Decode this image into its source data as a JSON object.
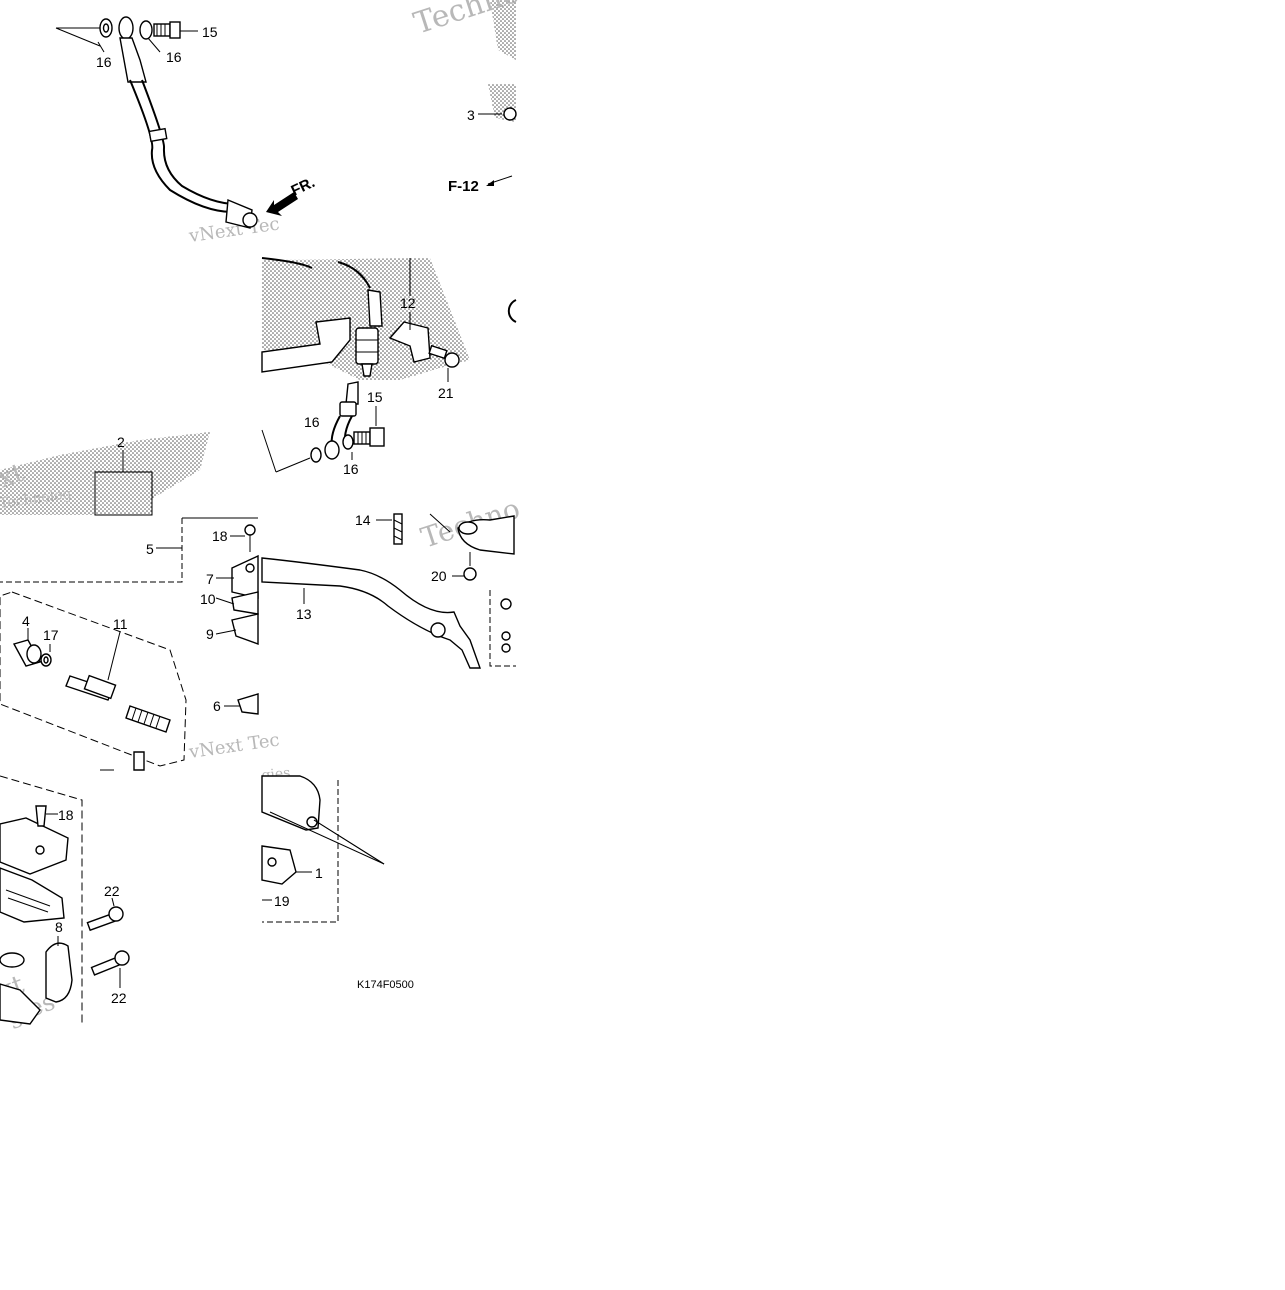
{
  "watermark": {
    "text_a": "Techno",
    "text_b": "vNext Tec",
    "text_c": "Technolog",
    "text_d": "xt",
    "text_e": "gies"
  },
  "direction_marker": "FR.",
  "reference_page": "F-12",
  "figure_code": "K174F0500",
  "callouts": {
    "c1": "1",
    "c2": "2",
    "c3": "3",
    "c4": "4",
    "c5": "5",
    "c6": "6",
    "c7": "7",
    "c8": "8",
    "c9": "9",
    "c10": "10",
    "c11": "11",
    "c12": "12",
    "c13": "13",
    "c14": "14",
    "c15a": "15",
    "c15b": "15",
    "c16a": "16",
    "c16b": "16",
    "c16c": "16",
    "c16d": "16",
    "c17": "17",
    "c18a": "18",
    "c18b": "18",
    "c19": "19",
    "c20": "20",
    "c21": "21",
    "c22a": "22",
    "c22b": "22"
  },
  "colors": {
    "ink": "#000000",
    "watermark": "#b8b8b8",
    "background": "#ffffff"
  }
}
